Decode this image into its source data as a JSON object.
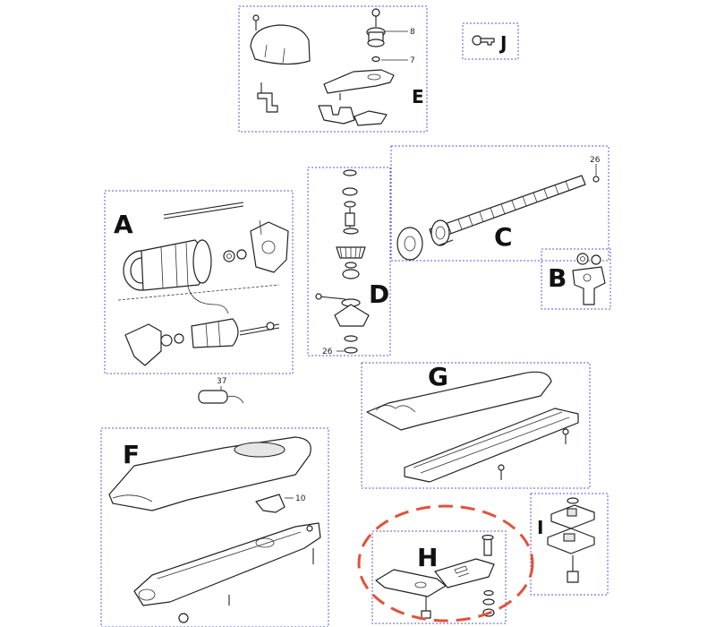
{
  "section_labels": {
    "A": "A",
    "B": "B",
    "C": "C",
    "D": "D",
    "E": "E",
    "F": "F",
    "G": "G",
    "H": "H",
    "I": "I",
    "J": "J"
  },
  "part_numbers": {
    "e_upper": "8",
    "e_lower": "7",
    "c_end": "26",
    "d_bottom": "26",
    "capacitor": "37",
    "f_bracket": "10"
  },
  "colors": {
    "box_outline": "#5a5ae0",
    "highlight": "#e0523c",
    "line": "#222222"
  },
  "highlighted_section": "H"
}
